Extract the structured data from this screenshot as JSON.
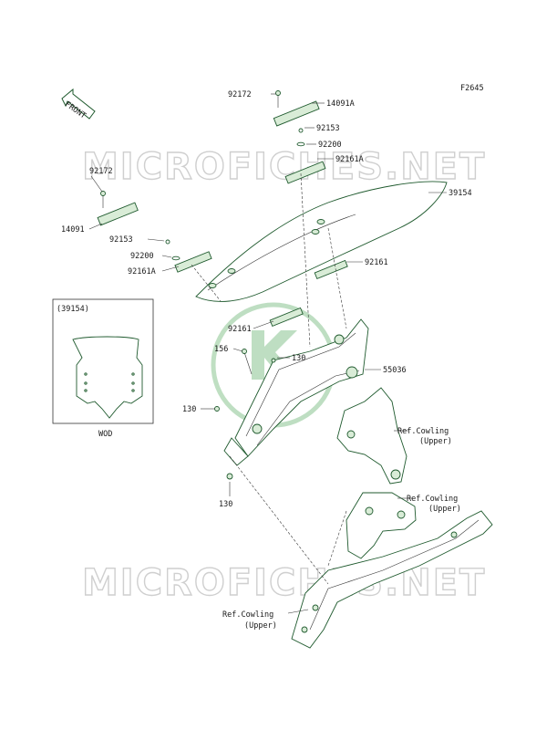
{
  "figure_code": "F2645",
  "front_label": "FRONT",
  "watermark": "MICROFICHES.NET",
  "inset": {
    "header": "(39154)",
    "caption": "WOD"
  },
  "callouts": [
    {
      "id": "c1",
      "text": "92172"
    },
    {
      "id": "c2",
      "text": "14091A"
    },
    {
      "id": "c3",
      "text": "92153"
    },
    {
      "id": "c4",
      "text": "92200"
    },
    {
      "id": "c5",
      "text": "92161A"
    },
    {
      "id": "c6",
      "text": "39154"
    },
    {
      "id": "c7",
      "text": "92172"
    },
    {
      "id": "c8",
      "text": "14091"
    },
    {
      "id": "c9",
      "text": "92153"
    },
    {
      "id": "c10",
      "text": "92200"
    },
    {
      "id": "c11",
      "text": "92161A"
    },
    {
      "id": "c12",
      "text": "92161"
    },
    {
      "id": "c13",
      "text": "92161"
    },
    {
      "id": "c14",
      "text": "156"
    },
    {
      "id": "c15",
      "text": "130"
    },
    {
      "id": "c16",
      "text": "55036"
    },
    {
      "id": "c17",
      "text": "130"
    },
    {
      "id": "c18",
      "text": "130"
    }
  ],
  "refs": [
    {
      "line1": "Ref.Cowling",
      "line2": "(Upper)"
    },
    {
      "line1": "Ref.Cowling",
      "line2": "(Upper)"
    },
    {
      "line1": "Ref.Cowling",
      "line2": "(Upper)"
    }
  ],
  "colors": {
    "part_outline": "#1f5a2e",
    "part_fill": "#d9ecd7",
    "watermark": "#cfcfcf"
  }
}
